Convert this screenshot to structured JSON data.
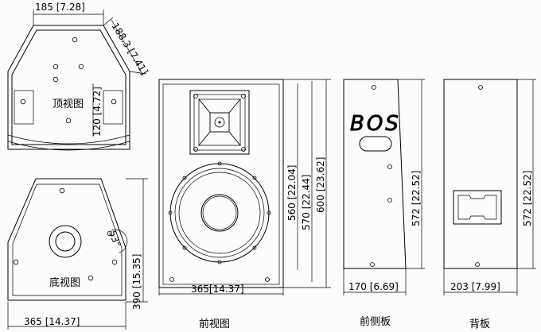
{
  "dimensions": {
    "top_width": "185 [7.28]",
    "top_edge": "188.3 [7.41]",
    "top_depth": "120 [4.72]",
    "bottom_height": "390 [15.35]",
    "bottom_angle": "53°",
    "bottom_width": "365 [14.37]",
    "front_width": "365[14.37]",
    "front_h560": "560 [22.04]",
    "front_h570": "570 [22.44]",
    "front_h600": "600 [23.62]",
    "side_width": "170 [6.69]",
    "side_height": "572 [22.52]",
    "back_width": "203 [7.99]",
    "back_height": "572 [22.52]"
  },
  "labels": {
    "top_view": "顶视图",
    "bottom_view": "底视图",
    "front_view": "前视图",
    "front_side_panel": "前侧板",
    "back_panel": "背板",
    "brand_logo": "BOS"
  }
}
